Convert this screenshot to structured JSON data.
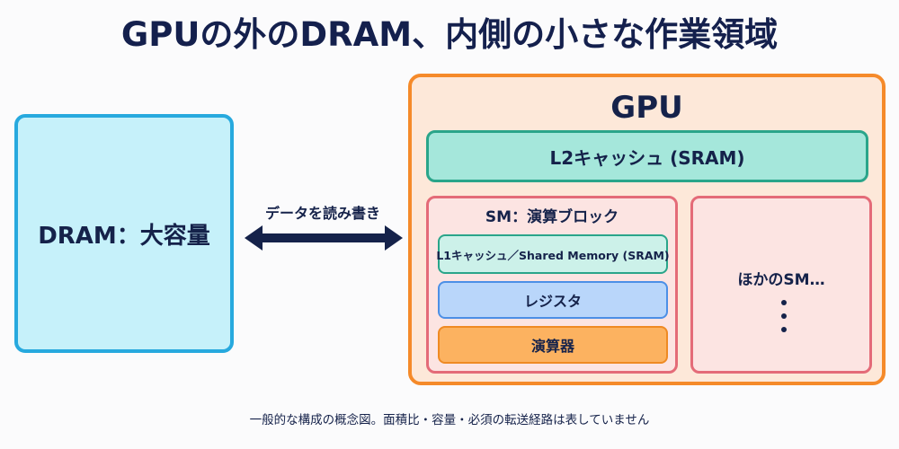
{
  "title": "GPUの外のDRAM、内側の小さな作業領域",
  "dram": {
    "label": "DRAM：大容量"
  },
  "link": {
    "label": "データを読み書き"
  },
  "gpu": {
    "title": "GPU",
    "l2": "L2キャッシュ (SRAM)",
    "sm": {
      "title": "SM：演算ブロック",
      "l1": "L1キャッシュ／Shared Memory (SRAM)",
      "registers": "レジスタ",
      "alu": "演算器"
    },
    "other_sm": "ほかのSM…"
  },
  "caption": "一般的な構成の概念図。面積比・容量・必須の転送経路は表していません",
  "colors": {
    "navy": "#15224a",
    "dram_fill": "#c6f1fa",
    "dram_border": "#27a9de",
    "gpu_fill": "#fde8d9",
    "gpu_border": "#f58a2a",
    "l2_fill": "#a5e7db",
    "l2_border": "#2aa58a",
    "sm_fill": "#fce4e2",
    "sm_border": "#e46b78",
    "register_fill": "#b9d6fa",
    "alu_fill": "#fcb260"
  }
}
